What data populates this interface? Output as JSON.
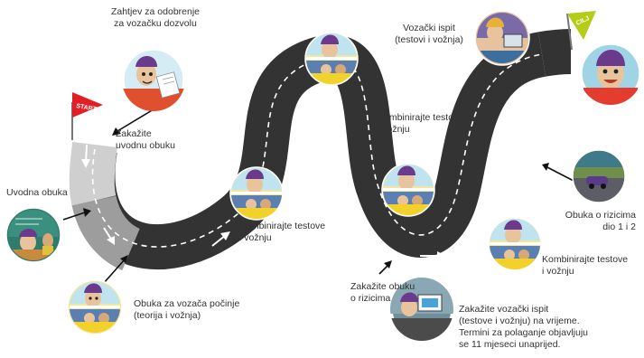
{
  "flags": {
    "start_label": "START",
    "finish_label": "CILJ",
    "start_color": "#e31e24",
    "finish_color": "#b5cc18"
  },
  "colors": {
    "road": "#333333",
    "road_light": "#cfcfcf",
    "road_mid": "#9d9d9d",
    "lane_line": "#ffffff",
    "arrow": "#ffffff",
    "pointer_line": "#111111",
    "text": "#333333"
  },
  "steps": [
    {
      "id": "application",
      "lines": [
        "Zahtjev za odobrenje",
        "za vozačku dozvolu"
      ],
      "icon": "character-with-document"
    },
    {
      "id": "schedule-intro",
      "lines": [
        "Zakažite",
        "uvodnu obuku"
      ],
      "icon": "none"
    },
    {
      "id": "intro-training",
      "lines": [
        "Uvodna obuka"
      ],
      "icon": "character-in-classroom"
    },
    {
      "id": "driver-training-starts",
      "lines": [
        "Obuka za vozača počinje",
        "(teorija i vožnja)"
      ],
      "icon": "character-in-car"
    },
    {
      "id": "combine-1",
      "lines": [
        "Kombinirajte testove",
        "i vožnju"
      ],
      "icon": "character-in-car"
    },
    {
      "id": "combine-2",
      "lines": [
        "Kombinirajte testove",
        "i vožnju"
      ],
      "icon": "character-in-car"
    },
    {
      "id": "schedule-risk",
      "lines": [
        "Zakažite obuku",
        "o rizicima"
      ],
      "icon": "none"
    },
    {
      "id": "schedule-exam",
      "lines": [
        "Zakažite vozački ispit",
        "(testove i vožnju) na vrijeme.",
        "Termini za polaganje objavljuju",
        "se 11 mjeseci unaprijed."
      ],
      "icon": "character-at-computer"
    },
    {
      "id": "combine-3",
      "lines": [
        "Kombinirajte testove",
        "i vožnju"
      ],
      "icon": "character-in-car"
    },
    {
      "id": "risk-training",
      "lines": [
        "Obuka o rizicima",
        "dio 1 i 2"
      ],
      "icon": "car-on-road"
    },
    {
      "id": "driving-exam",
      "lines": [
        "Vozački ispit",
        "(testovi i vožnja)"
      ],
      "icon": "character-with-laptop"
    },
    {
      "id": "finish",
      "lines": [],
      "icon": "happy-character"
    }
  ]
}
